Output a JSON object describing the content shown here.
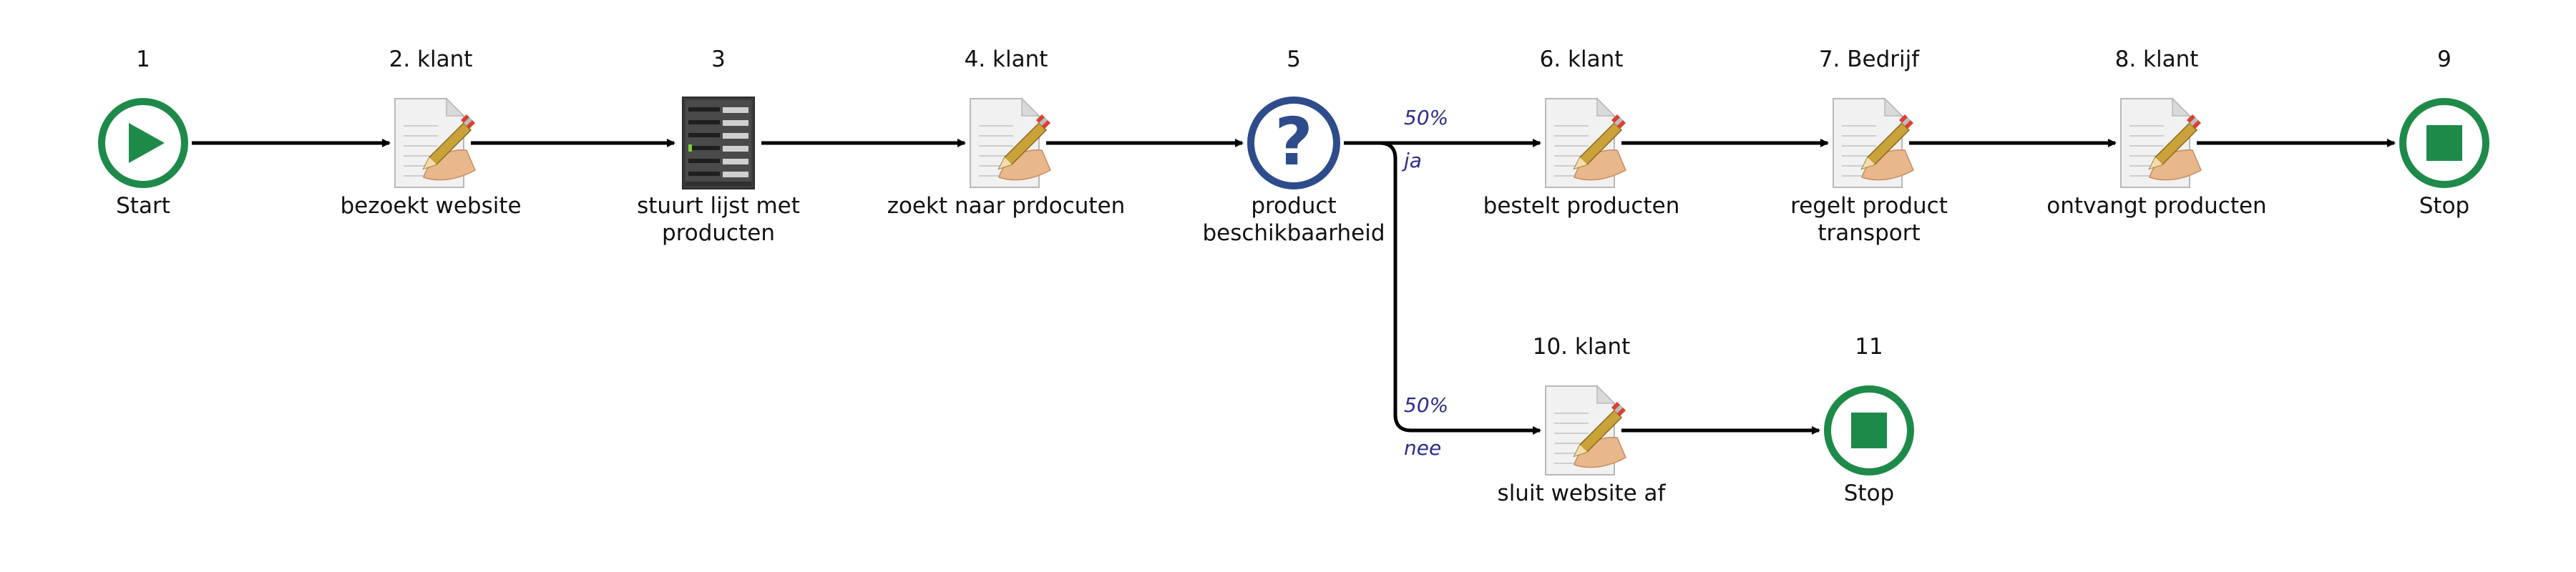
{
  "diagram": {
    "colors": {
      "start_stop": "#1e8a4a",
      "decision": "#2e4c8c",
      "branch_label": "#2c2c8c",
      "connector": "#000000",
      "text": "#111111"
    },
    "nodes": [
      {
        "id": "n1",
        "kind": "start",
        "number": "1",
        "label_lines": [
          "Start"
        ],
        "icon": "play-icon"
      },
      {
        "id": "n2",
        "kind": "task",
        "number": "2. klant",
        "label_lines": [
          "bezoekt website"
        ],
        "icon": "document-pencil-icon"
      },
      {
        "id": "n3",
        "kind": "system",
        "number": "3",
        "label_lines": [
          "stuurt lijst met",
          "producten"
        ],
        "icon": "server-icon"
      },
      {
        "id": "n4",
        "kind": "task",
        "number": "4. klant",
        "label_lines": [
          "zoekt naar prdocuten"
        ],
        "icon": "document-pencil-icon"
      },
      {
        "id": "n5",
        "kind": "decision",
        "number": "5",
        "label_lines": [
          "product",
          "beschikbaarheid"
        ],
        "icon": "question-icon"
      },
      {
        "id": "n6",
        "kind": "task",
        "number": "6. klant",
        "label_lines": [
          "bestelt producten"
        ],
        "icon": "document-pencil-icon"
      },
      {
        "id": "n7",
        "kind": "task",
        "number": "7. Bedrijf",
        "label_lines": [
          "regelt product",
          "transport"
        ],
        "icon": "document-pencil-icon"
      },
      {
        "id": "n8",
        "kind": "task",
        "number": "8. klant",
        "label_lines": [
          "ontvangt producten"
        ],
        "icon": "document-pencil-icon"
      },
      {
        "id": "n9",
        "kind": "stop",
        "number": "9",
        "label_lines": [
          "Stop"
        ],
        "icon": "stop-icon"
      },
      {
        "id": "n10",
        "kind": "task",
        "number": "10. klant",
        "label_lines": [
          "sluit website af"
        ],
        "icon": "document-pencil-icon"
      },
      {
        "id": "n11",
        "kind": "stop",
        "number": "11",
        "label_lines": [
          "Stop"
        ],
        "icon": "stop-icon"
      }
    ],
    "edges": [
      {
        "from": "n1",
        "to": "n2"
      },
      {
        "from": "n2",
        "to": "n3"
      },
      {
        "from": "n3",
        "to": "n4"
      },
      {
        "from": "n4",
        "to": "n5"
      },
      {
        "from": "n5",
        "to": "n6",
        "percent": "50%",
        "condition": "ja"
      },
      {
        "from": "n6",
        "to": "n7"
      },
      {
        "from": "n7",
        "to": "n8"
      },
      {
        "from": "n8",
        "to": "n9"
      },
      {
        "from": "n5",
        "to": "n10",
        "percent": "50%",
        "condition": "nee"
      },
      {
        "from": "n10",
        "to": "n11"
      }
    ]
  }
}
